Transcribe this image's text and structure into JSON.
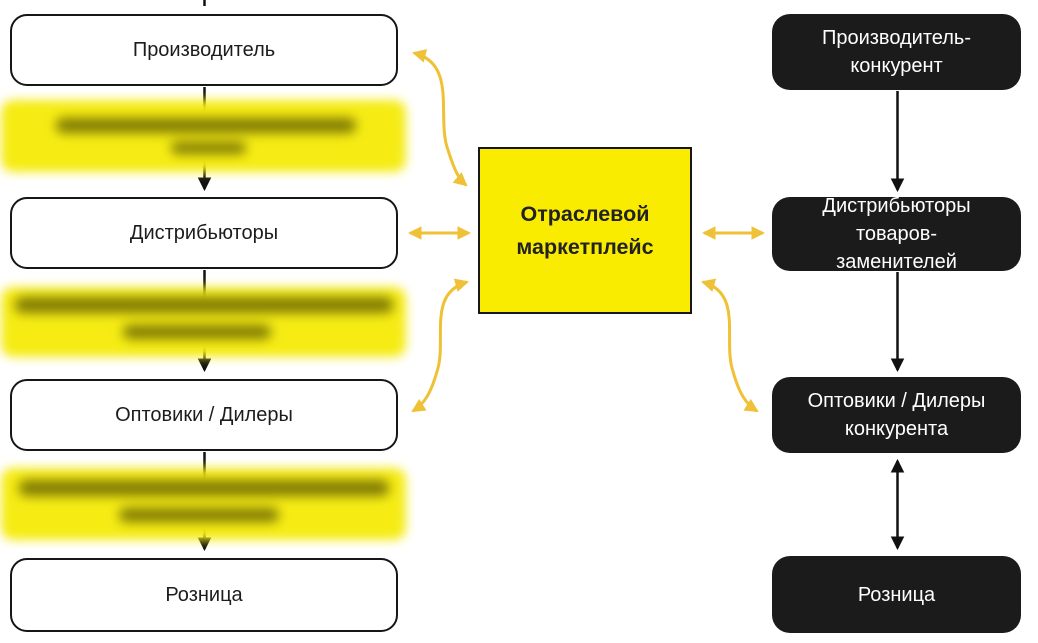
{
  "palette": {
    "marketplace_yellow": "#F9EC00",
    "arrow_gold": "#EFC136",
    "box_black": "#1B1B1B",
    "box_white": "#FFFFFF",
    "outline_black": "#161616"
  },
  "center": {
    "label": "Отраслевой маркетплейс"
  },
  "left_chain": {
    "boxes": [
      {
        "label": "Производитель"
      },
      {
        "label": "Дистрибьюторы"
      },
      {
        "label": "Оптовики / Дилеры"
      },
      {
        "label": "Розница"
      }
    ],
    "blurred_notes": [
      {
        "text": "",
        "blurred": true
      },
      {
        "text": "",
        "blurred": true
      },
      {
        "text": "",
        "blurred": true
      }
    ]
  },
  "right_chain": {
    "boxes": [
      {
        "label": "Производитель-конкурент"
      },
      {
        "label": "Дистрибьюторы товаров-заменителей"
      },
      {
        "label": "Оптовики / Дилеры конкурента"
      },
      {
        "label": "Розница"
      }
    ]
  }
}
